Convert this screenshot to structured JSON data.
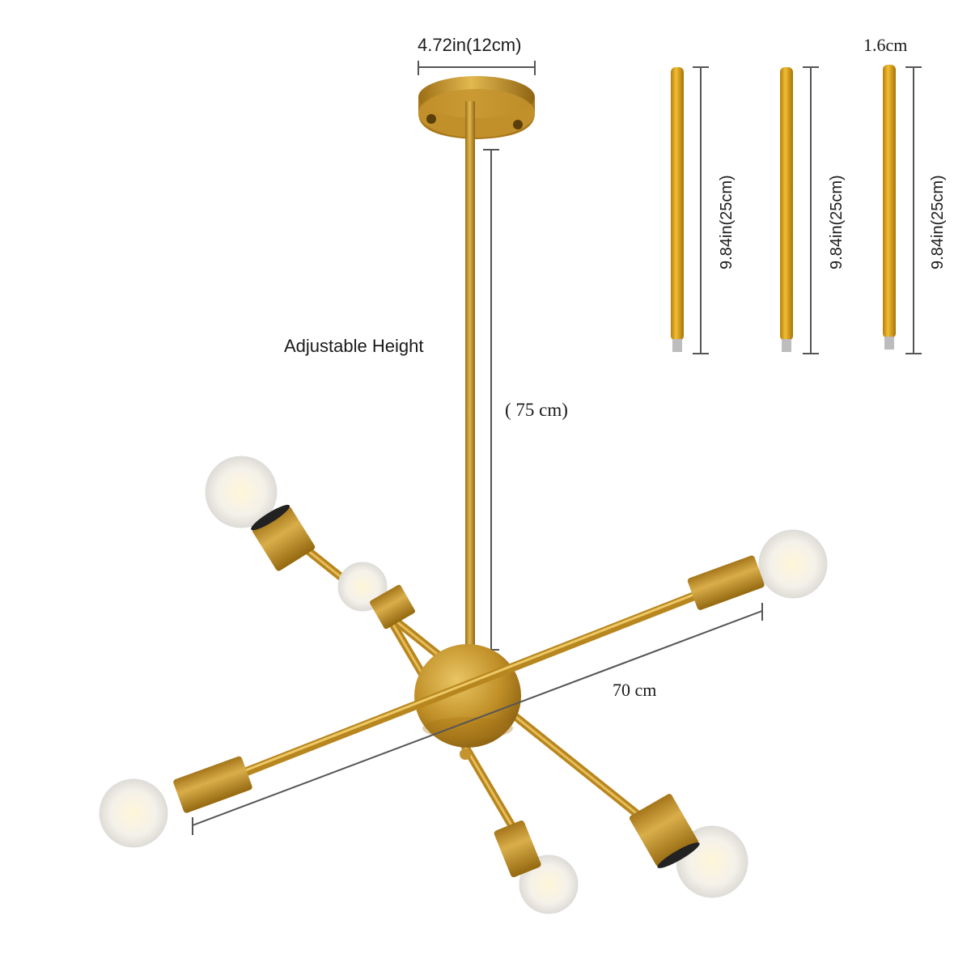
{
  "diagram": {
    "subject": "6-light sputnik chandelier, brushed brass",
    "colors": {
      "brass": "#c9962a",
      "brass_dark": "#9c6e14",
      "brass_light": "#e8c25a",
      "rod_gold": "#e0a419",
      "dimension_line": "#555555",
      "background": "#ffffff"
    },
    "labels": {
      "canopy_width": "4.72in(12cm)",
      "adjustable_height": "Adjustable Height",
      "height_value": "( 75 cm)",
      "span": "70 cm",
      "rod_diameter": "1.6cm",
      "rod_1_length": "9.84in(25cm)",
      "rod_2_length": "9.84in(25cm)",
      "rod_3_length": "9.84in(25cm)"
    },
    "extension_rods": {
      "count": 3,
      "length": "9.84in(25cm)",
      "diameter": "1.6cm"
    },
    "bulbs": {
      "count": 6
    }
  }
}
